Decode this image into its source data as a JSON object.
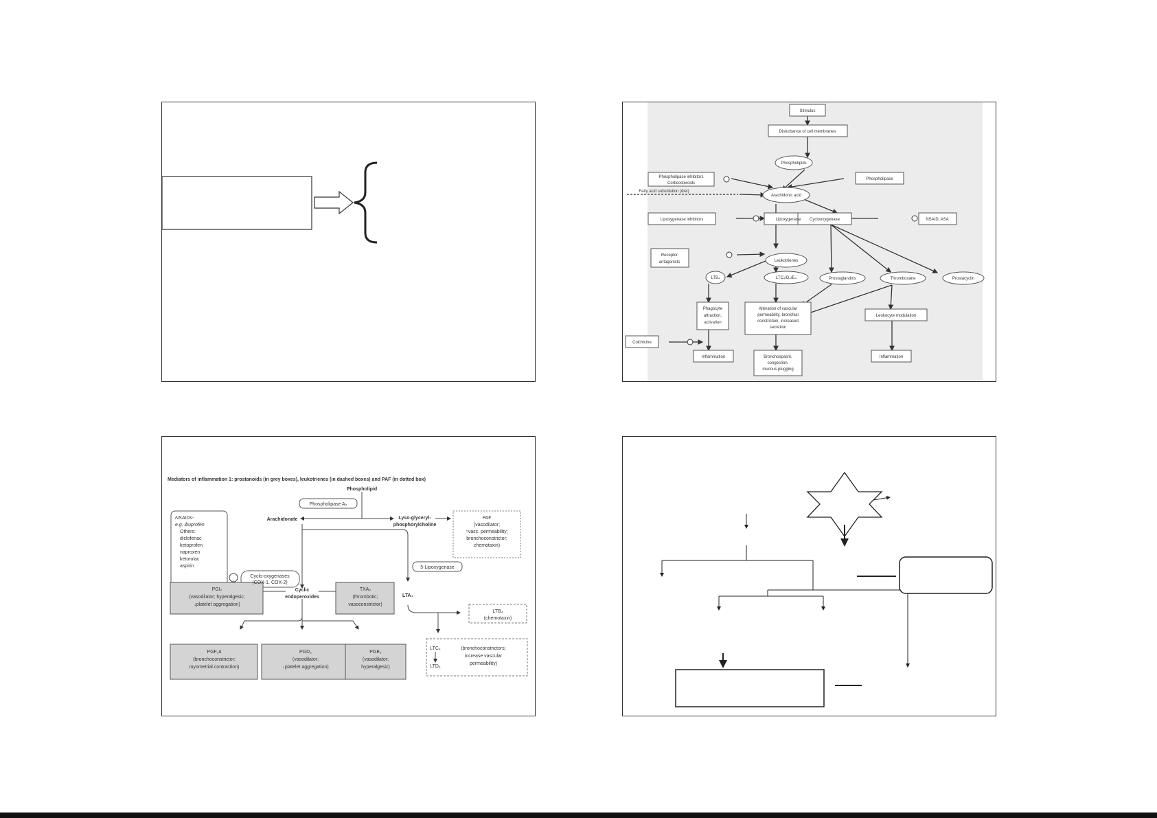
{
  "slide2": {
    "nodes": {
      "stimulus": "Stimulus",
      "disturbance": "Disturbance of cell membranes",
      "phospholipids": "Phospholipids",
      "phospholipase_inhibitors": "Phospholipase inhibitors",
      "corticosteroids": "Corticosteroids",
      "phospholipase": "Phospholipase",
      "fatty_acid": "Fatty acid substitution (diet)",
      "arachidonic_acid": "Arachidonic acid",
      "lipoxygenase_inhibitors": "Lipoxygenase inhibitors",
      "lipoxygenase": "Lipoxygenase",
      "cyclooxygenase": "Cyclooxygenase",
      "nsaid": "NSAID, ASA",
      "receptor": "Receptor",
      "antagonists": "antagonists",
      "leukotrienes": "Leukotrienes",
      "ltb4": "LTB₄",
      "ltc4": "LTC₄/D₄/E₄",
      "prostaglandins": "Prostaglandins",
      "thromboxane": "Thromboxane",
      "prostacyclin": "Prostacyclin",
      "phagocyte_1": "Phagocyte",
      "phagocyte_2": "attraction,",
      "phagocyte_3": "activation",
      "alteration_1": "Alteration of vascular",
      "alteration_2": "permeability, bronchial",
      "alteration_3": "constriction, increased",
      "alteration_4": "secretion",
      "leukocyte_modulation": "Leukocyte modulation",
      "colchicine": "Colchicine",
      "inflammation_left": "Inflammation",
      "bronchospasm_1": "Bronchospasm,",
      "bronchospasm_2": "congestion,",
      "bronchospasm_3": "mucous plugging",
      "inflammation_right": "Inflammation"
    }
  },
  "slide3": {
    "title": "Mediators of inflammation 1: prostanoids (in grey boxes), leukotrienes (in dashed boxes) and PAF (in dotted box)",
    "phospholipid": "Phospholipid",
    "phospholipase_a2": "Phospholipase A₂",
    "arachidonate": "Arachidonate",
    "lyso_1": "Lyso-glyceryl-",
    "lyso_2": "phosphorylcholine",
    "paf_1": "PAF",
    "paf_2": "(vasodilator;",
    "paf_3": "↑vasc. permeability;",
    "paf_4": "bronchoconstrictor;",
    "paf_5": "chemotaxin)",
    "nsaids_1": "NSAIDs-",
    "nsaids_2": "e.g. ibuprofen",
    "nsaids_3": "Others:",
    "nsaids_4": "diclofenac",
    "nsaids_5": "ketoprofen",
    "nsaids_6": "naproxen",
    "nsaids_7": "ketorolac",
    "nsaids_8": "aspirin",
    "cox_1": "Cyclo-oxygenases",
    "cox_2": "(COX-1, COX-2)",
    "lipoxygenase": "5-Lipoxygenase",
    "pgi2_1": "PGI₂",
    "pgi2_2": "(vasodilator; hyperalgesic;",
    "pgi2_3": "↓platelet aggregation)",
    "cyclic_1": "Cyclic",
    "cyclic_2": "endoperoxides",
    "txa2_1": "TXA₂",
    "txa2_2": "(thrombotic;",
    "txa2_3": "vasoconstrictor)",
    "lta4": "LTA₄",
    "ltb4_1": "LTB₄",
    "ltb4_2": "(chemotaxin)",
    "pgf_1": "PGF₂α",
    "pgf_2": "(bronchoconstrictor;",
    "pgf_3": "myometrial contraction)",
    "pgd_1": "PGD₂",
    "pgd_2": "(vasodilator;",
    "pgd_3": "↓platelet aggregation)",
    "pge_1": "PGE₂",
    "pge_2": "(vasodilator;",
    "pge_3": "hyperalgesic)",
    "ltc4": "LTC₄",
    "ltd4": "LTD₄",
    "ltc_desc_1": "(bronchoconstrictors;",
    "ltc_desc_2": "increase vascular",
    "ltc_desc_3": "permeability)"
  },
  "colors": {
    "border": "#333333",
    "slide2_bg": "#ececec",
    "grey_box": "#d4d4d4"
  }
}
